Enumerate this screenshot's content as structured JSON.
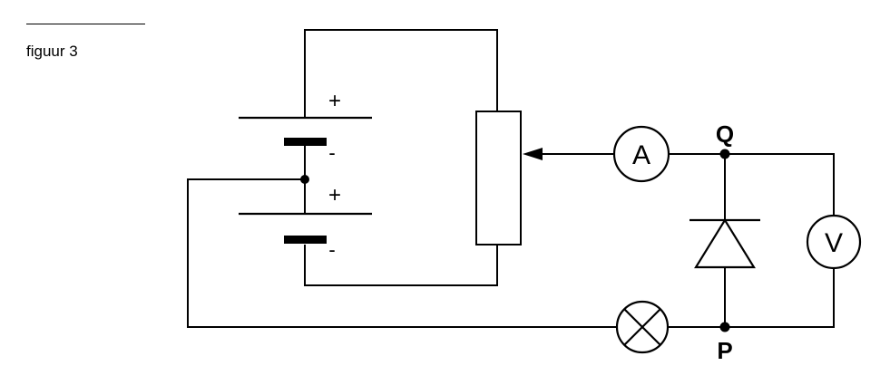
{
  "figure": {
    "caption": "figuur 3"
  },
  "labels": {
    "plus_top": "+",
    "minus_top": "-",
    "plus_bottom": "+",
    "minus_bottom": "-",
    "ammeter": "A",
    "voltmeter": "V",
    "node_q": "Q",
    "node_p": "P"
  },
  "components": [
    "battery-cell-top",
    "battery-cell-bottom",
    "rheostat",
    "ammeter",
    "diode",
    "voltmeter",
    "lamp"
  ]
}
